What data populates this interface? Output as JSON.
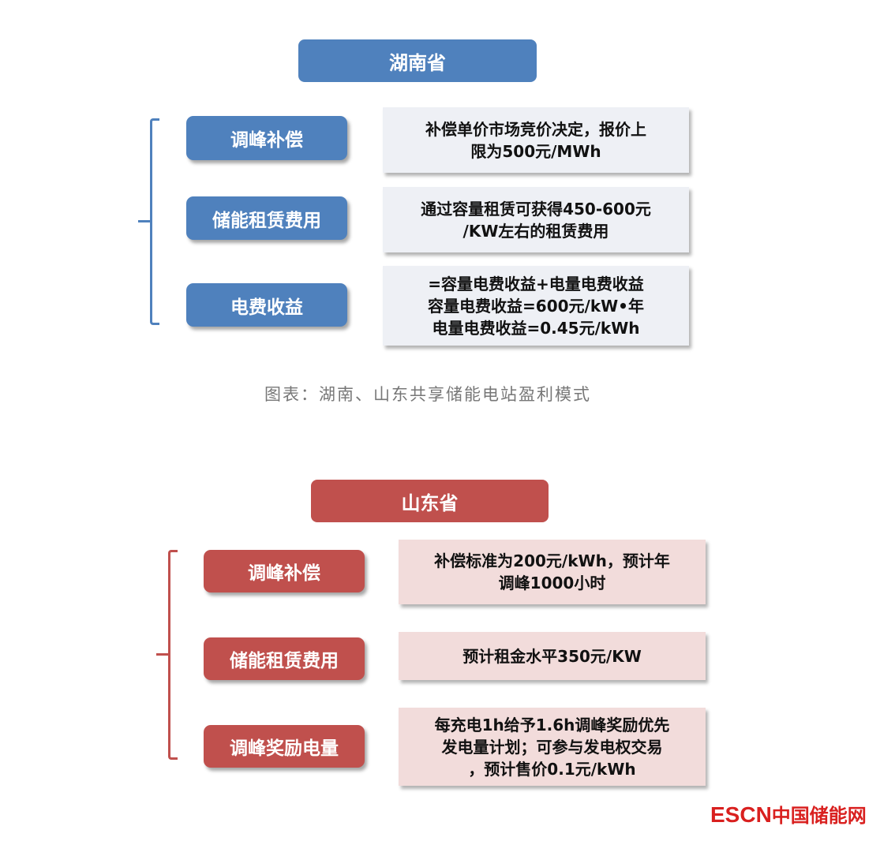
{
  "colors": {
    "hunan": "#4f81bd",
    "shandong": "#c0504d"
  },
  "hunan": {
    "title": "湖南省",
    "rows": [
      {
        "label": "调峰补偿",
        "desc": "补偿单价市场竞价决定，报价上\n限为500元/MWh"
      },
      {
        "label": "储能租赁费用",
        "desc": "通过容量租赁可获得450-600元\n/KW左右的租赁费用"
      },
      {
        "label": "电费收益",
        "desc": "=容量电费收益+电量电费收益\n容量电费收益=600元/kW•年\n电量电费收益=0.45元/kWh"
      }
    ]
  },
  "caption": "图表：湖南、山东共享储能电站盈利模式",
  "shandong": {
    "title": "山东省",
    "rows": [
      {
        "label": "调峰补偿",
        "desc": "补偿标准为200元/kWh，预计年\n调峰1000小时"
      },
      {
        "label": "储能租赁费用",
        "desc": "预计租金水平350元/KW"
      },
      {
        "label": "调峰奖励电量",
        "desc": "每充电1h给予1.6h调峰奖励优先\n发电量计划；可参与发电权交易\n，预计售价0.1元/kWh"
      }
    ]
  },
  "logo": {
    "latin": "ESCN",
    "cn": "中国储能网"
  }
}
